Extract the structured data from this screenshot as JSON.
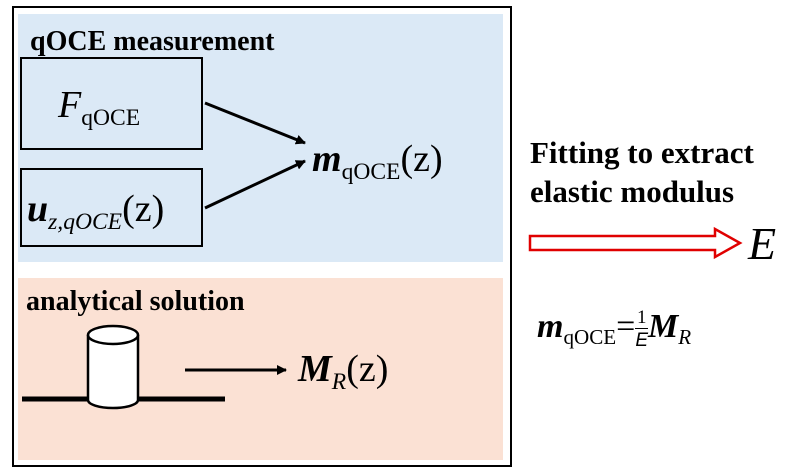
{
  "measurement": {
    "heading": "qOCE measurement",
    "force": {
      "symbol": "F",
      "subscript": "qOCE"
    },
    "displacement": {
      "symbol": "u",
      "subscript": "z,qOCE",
      "argument": "(z)"
    },
    "m_result": {
      "symbol": "m",
      "subscript": "qOCE",
      "argument": "(z)"
    }
  },
  "analytical": {
    "heading": "analytical solution",
    "result": {
      "symbol": "M",
      "subscript": "R",
      "argument": "(z)"
    }
  },
  "fitting": {
    "line1": "Fitting to extract",
    "line2": "elastic modulus",
    "output_symbol": "E"
  },
  "equation": {
    "lhs_symbol": "m",
    "lhs_subscript": "qOCE",
    "equals": "=",
    "numerator": "1",
    "denominator": "E",
    "rhs_symbol": "M",
    "rhs_subscript": "R"
  },
  "colors": {
    "measurement_panel": "#dbe9f6",
    "analytical_panel": "#fbe1d4",
    "fit_arrow_outline": "#e00000"
  }
}
